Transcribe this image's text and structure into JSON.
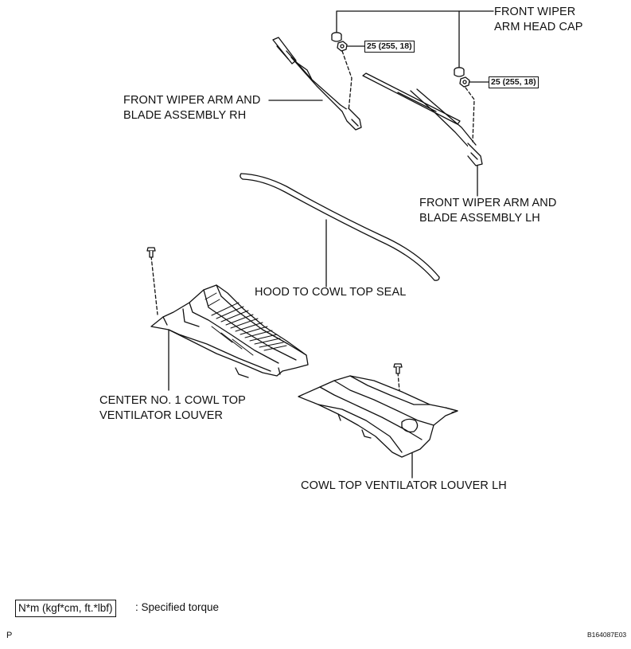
{
  "labels": {
    "wiper_cap": [
      "FRONT WIPER",
      "ARM HEAD CAP"
    ],
    "wiper_rh": [
      "FRONT WIPER ARM AND",
      "BLADE ASSEMBLY RH"
    ],
    "wiper_lh": [
      "FRONT WIPER ARM AND",
      "BLADE ASSEMBLY LH"
    ],
    "cowl_seal": "HOOD TO COWL TOP SEAL",
    "center_louver": [
      "CENTER NO. 1 COWL TOP",
      "VENTILATOR LOUVER"
    ],
    "louver_lh": "COWL TOP VENTILATOR LOUVER LH"
  },
  "torque": {
    "rh": "25 (255, 18)",
    "lh": "25 (255, 18)"
  },
  "legend": {
    "unit": "N*m (kgf*cm, ft.*lbf)",
    "desc": ": Specified torque"
  },
  "footer": {
    "left": "P",
    "code": "B164087E03"
  }
}
